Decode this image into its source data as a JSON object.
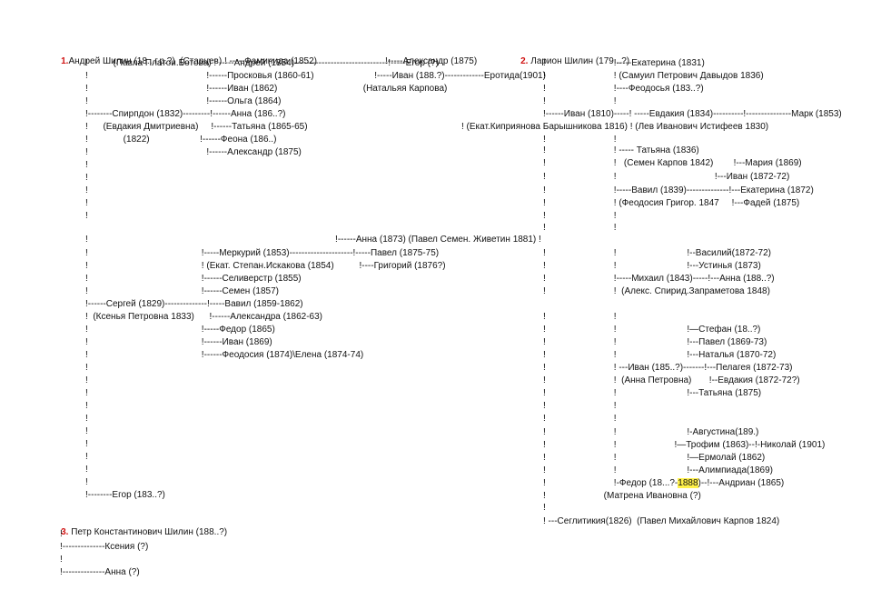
{
  "highlight_color": "#fff14a",
  "number_color": "#d01010",
  "branch1": {
    "number": "1.",
    "header": "Андрей Шилин (18...г.р.?)  (Старцев) ! -----Фаминида (1852)                           !-----Александр (1875)",
    "lines": [
      "!          (Павла Платон.Ботова) ! -----Андрей (1854)-------------------------------!-----Егор (?)",
      "!                                               !------Просковья (1860-61)                        !-----Иван (188.?)-------------Еротида(1901)",
      "!                                               !------Иван (1862)                                  (Натальяя Карпова)",
      "!                                               !------Ольга (1864)",
      "!--------Спирпдон (1832)---------!------Анна (186..?)",
      "!      (Евдакия Дмитриевна)     !------Татьяна (1865-65)",
      "!              (1822)                    !------Феона (186..)",
      "!                                               !------Александр (1875)",
      "!                                                                                                  !------Анна (1873) (Павел Семен. Живетин 1881) !",
      "!                                             !-----Меркурий (1853)---------------------!-----Павел (1875-75)",
      "!                                             ! (Екат. Степан.Искакова (1854)          !----Григорий (1876?)",
      "!                                             !------Селиверстр (1855)",
      "!                                             !------Семен (1857)",
      "!------Сергей (1829)--------------!-----Вавил (1859-1862)",
      "!  (Ксенья Петровна 1833)      !------Александра (1862-63)",
      "!                                             !-----Федор (1865)",
      "!                                             !------Иван (1869)",
      "!                                             !------Феодосия (1874)\\Елена (1874-74)",
      "!--------Егор (183..?)"
    ],
    "bars_count_note": ""
  },
  "branch2": {
    "number": "2.",
    "header": "Ларион Шилин (179...?)",
    "lines": [
      "!                           !-----Екатерина (1831)",
      "!                           ! (Самуил Петрович Давыдов 1836)",
      "!                           !----Феодосья (183..?)",
      "!                           !",
      "!------Иван (1810)-----! -----Евдакия (1834)----------!---------------Марк (1853)",
      "! (Екат.Киприянова Барышникова 1816) ! (Лев Иванович Истифеев 1830)",
      "!                           !",
      "!                           ! ----- Татьяна (1836)",
      "!                           !   (Семен Карпов 1842)        !---Мария (1869)",
      "!                           !                                       !---Иван (1872-72)",
      "!                           !-----Вавил (1839)--------------!---Екатерина (1872)",
      "!                           ! (Феодосия Григор. 1847     !---Фадей (1875)",
      "!                           !",
      "!                           !",
      "!                           !                            !--Василий(1872-72)",
      "!                           !                            !---Устинья (1873)",
      "!                           !-----Михаил (1843)-----!---Анна (188..?)",
      "!                           !  (Алекс. Спирид.Запраметова 1848)",
      "!                           !",
      "!                           !                            !—Стефан (18..?)",
      "!                           !                            !---Павел (1869-73)",
      "!                           !                            !---Наталья (1870-72)",
      "!                           ! ---Иван (185..?)-------!---Пелагея (1872-73)",
      "!                           !  (Анна Петровна)       !--Евдакия (1872-72?)",
      "!                           !                            !---Татьяна (1875)",
      "!                           !",
      "!                           !",
      "!                           !                            !-Августина(189.)",
      "!                           !                       !—Трофим (1863)--!-Николай (1901)",
      "!                           !                            !—Ермолай (1862)",
      "!                           !                            !---Алимпиада(1869)",
      "!                           !-Федор (18...?-",
      "!                       (Матрена Ивановна (?)",
      "!",
      "! ---Сеглитикия(1826)  (Павел Михайлович Карпов 1824)"
    ],
    "fedor_highlight": "1888",
    "fedor_tail": ")--!---Андриан (1865)"
  },
  "branch3": {
    "number": "3.",
    "header": "Петр Константинович Шилин (188..?)",
    "lines": [
      "!",
      "!--------------Ксения (?)",
      "!",
      "!--------------Анна (?)"
    ]
  }
}
